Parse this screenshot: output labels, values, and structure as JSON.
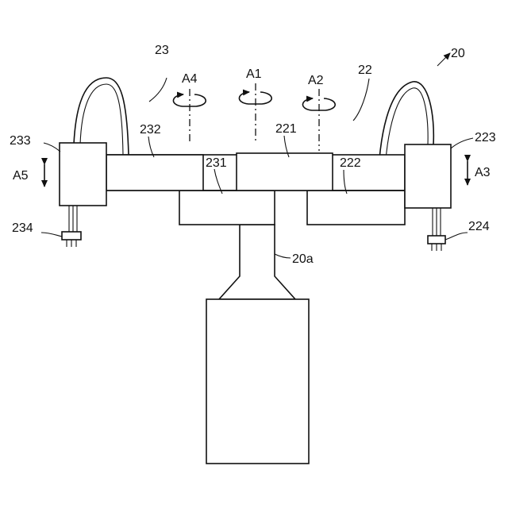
{
  "figure": {
    "labels": {
      "robot": "20",
      "base": "20a",
      "arm_a": "22",
      "arm_b": "23",
      "link_a1": "221",
      "link_a2": "222",
      "hand_a": "223",
      "connector_a": "224",
      "hub": "231",
      "link_b2": "232",
      "hand_b": "233",
      "connector_b": "234"
    },
    "axes": {
      "a1": "A1",
      "a2": "A2",
      "a3": "A3",
      "a4": "A4",
      "a5": "A5"
    }
  }
}
